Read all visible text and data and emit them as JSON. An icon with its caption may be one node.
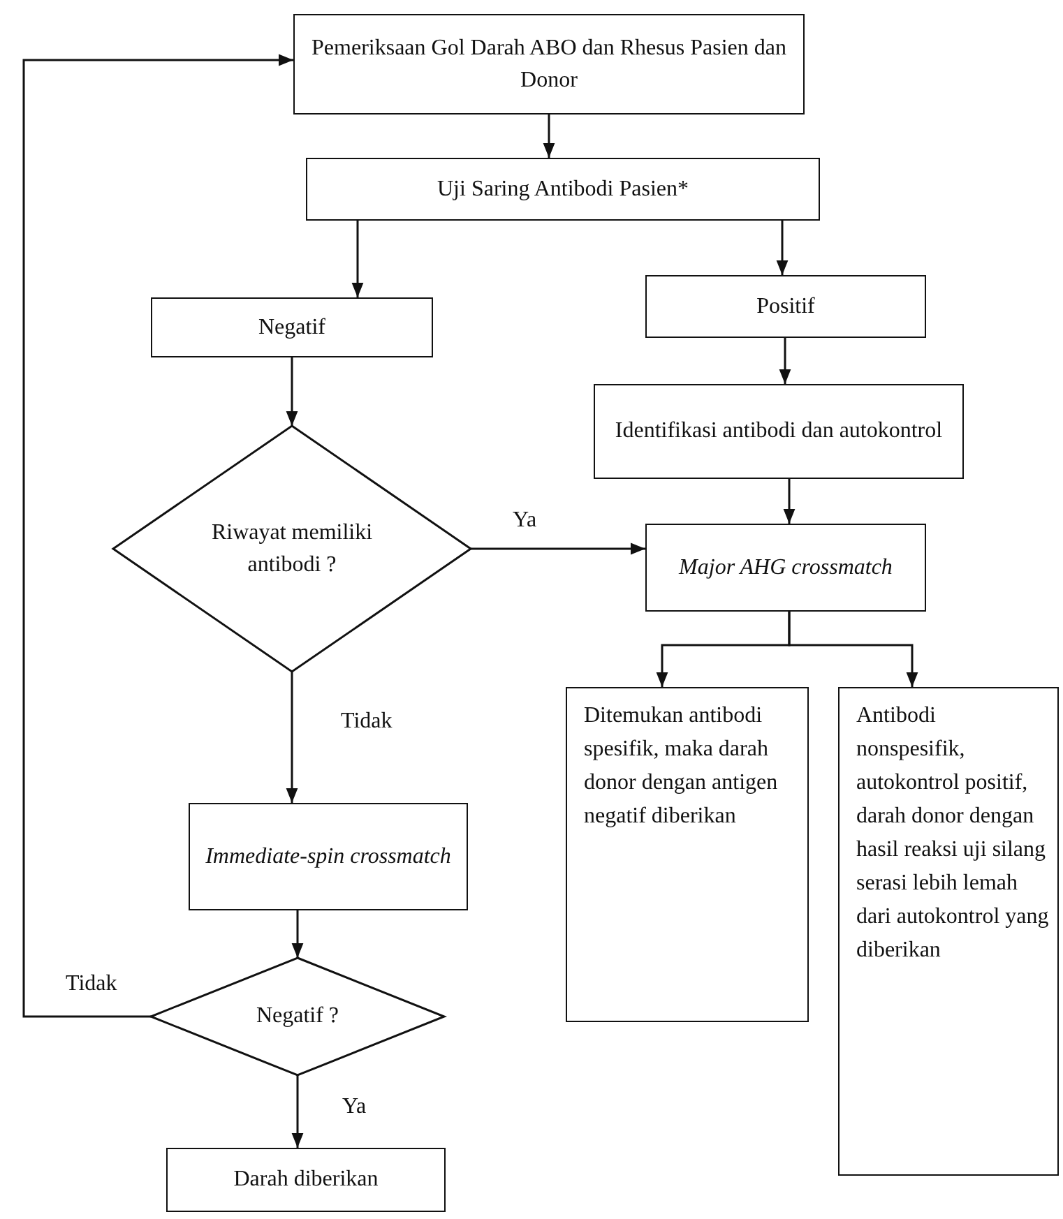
{
  "diagram": {
    "nodes": [
      {
        "text": [
          "Pemeriksaan Gol Darah ABO dan Rhesus Pasien dan Donor"
        ]
      },
      {
        "text": [
          "Uji Saring Antibodi Pasien*"
        ]
      },
      {
        "text": [
          "Negatif"
        ]
      },
      {
        "text": [
          "Positif"
        ]
      },
      {
        "text": [
          "Identifikasi antibodi dan autokontrol"
        ]
      },
      {
        "text": [
          "Riwayat memiliki antibodi ?"
        ]
      },
      {
        "text": [
          "Major AHG crossmatch"
        ]
      },
      {
        "text": [
          "Ditemukan antibodi spesifik, maka darah donor dengan antigen negatif diberikan"
        ]
      },
      {
        "text": [
          "Antibodi nonspesifik, autokontrol positif, darah donor dengan hasil reaksi uji silang serasi lebih lemah dari autokontrol yang diberikan"
        ]
      },
      {
        "text": [
          "Immediate-spin crossmatch"
        ]
      },
      {
        "text": [
          "Negatif ?"
        ]
      },
      {
        "text": [
          "Darah diberikan"
        ]
      }
    ],
    "edges": [
      {
        "from": 0,
        "to": 1,
        "arrow": "to"
      },
      {
        "from": 1,
        "to": 2,
        "arrow": "to"
      },
      {
        "from": 1,
        "to": 3,
        "arrow": "to"
      },
      {
        "from": 2,
        "to": 5,
        "arrow": "to"
      },
      {
        "from": 3,
        "to": 4,
        "arrow": "to"
      },
      {
        "from": 4,
        "to": 6,
        "arrow": "to"
      },
      {
        "from": 5,
        "to": 6,
        "arrow": "to",
        "label": "Ya"
      },
      {
        "from": 6,
        "to": 7,
        "arrow": "to"
      },
      {
        "from": 6,
        "to": 8,
        "arrow": "to"
      },
      {
        "from": 5,
        "to": 9,
        "arrow": "to",
        "label": "Tidak"
      },
      {
        "from": 9,
        "to": 10,
        "arrow": "to"
      },
      {
        "from": 10,
        "to": 11,
        "arrow": "to",
        "label": "Ya"
      },
      {
        "from": 10,
        "to": 0,
        "arrow": "to",
        "label": "Tidak"
      }
    ]
  }
}
